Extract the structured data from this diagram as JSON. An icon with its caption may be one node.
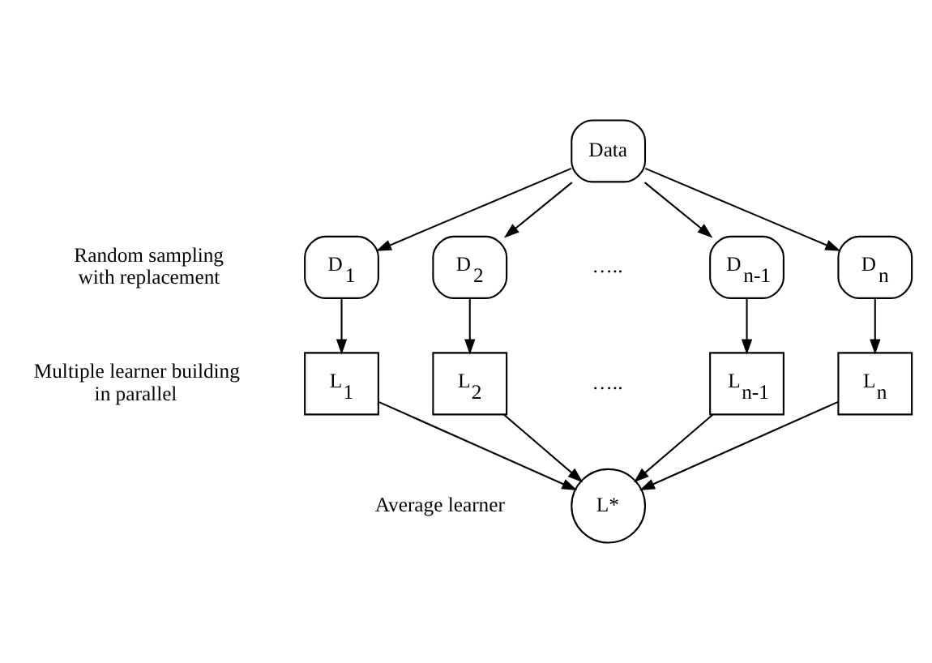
{
  "diagram": {
    "nodes": [
      {
        "text": [
          "Data"
        ]
      },
      {
        "text": [
          "D$_{1}$"
        ]
      },
      {
        "text": [
          "D$_{2}$"
        ]
      },
      {
        "text": [
          "D$_{n-1}$"
        ]
      },
      {
        "text": [
          "D$_{n}$"
        ]
      },
      {
        "text": [
          "L$_{1}$"
        ]
      },
      {
        "text": [
          "L$_{2}$"
        ]
      },
      {
        "text": [
          "L$_{n-1}$"
        ]
      },
      {
        "text": [
          "L$_{n}$"
        ]
      },
      {
        "text": [
          "L*"
        ],
        "beside": [
          "Average learner"
        ]
      }
    ],
    "edges": [
      {
        "from": 0,
        "to": 1,
        "arrow": "to"
      },
      {
        "from": 0,
        "to": 2,
        "arrow": "to"
      },
      {
        "from": 0,
        "to": 3,
        "arrow": "to"
      },
      {
        "from": 0,
        "to": 4,
        "arrow": "to"
      },
      {
        "from": 1,
        "to": 5,
        "arrow": "to"
      },
      {
        "from": 2,
        "to": 6,
        "arrow": "to"
      },
      {
        "from": 3,
        "to": 7,
        "arrow": "to"
      },
      {
        "from": 4,
        "to": 8,
        "arrow": "to"
      },
      {
        "from": 5,
        "to": 9,
        "arrow": "to"
      },
      {
        "from": 6,
        "to": 9,
        "arrow": "to"
      },
      {
        "from": 7,
        "to": 9,
        "arrow": "to"
      },
      {
        "from": 8,
        "to": 9,
        "arrow": "to"
      }
    ],
    "labels": [
      "Random sampling with replacement",
      "…..",
      "Multiple learner building in parallel",
      "….."
    ]
  }
}
